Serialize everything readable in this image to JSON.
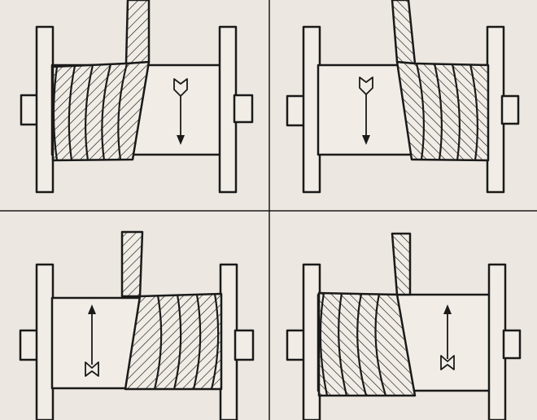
{
  "diagram": {
    "colors": {
      "paper": "#ece7e0",
      "ink": "#1a1a1a",
      "part_fill": "#f1ede6"
    },
    "panels": [
      {
        "id": "top-left",
        "cable_coil_side": "left",
        "arrow_direction": "down"
      },
      {
        "id": "top-right",
        "cable_coil_side": "right",
        "arrow_direction": "down"
      },
      {
        "id": "bottom-left",
        "cable_coil_side": "right",
        "arrow_direction": "up"
      },
      {
        "id": "bottom-right",
        "cable_coil_side": "left",
        "arrow_direction": "up"
      }
    ]
  }
}
